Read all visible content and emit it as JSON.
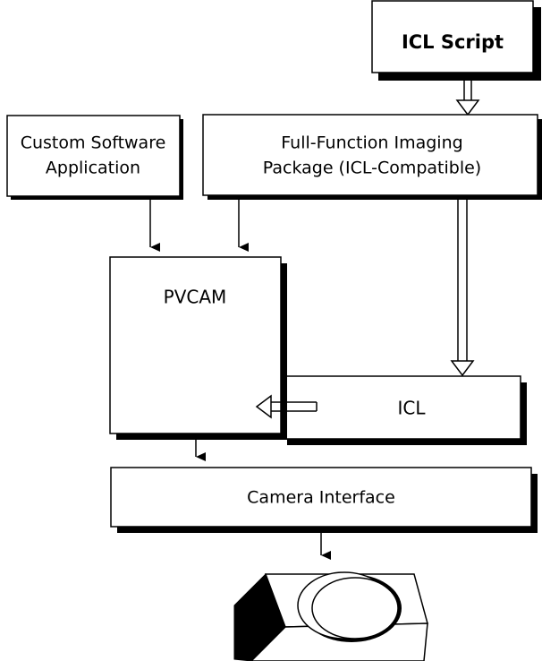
{
  "diagram": {
    "boxes": {
      "icl_script": {
        "label": "ICL Script"
      },
      "custom_software": {
        "label_line1": "Custom Software",
        "label_line2": "Application"
      },
      "imaging_package": {
        "label_line1": "Full-Function Imaging",
        "label_line2": "Package (ICL-Compatible)"
      },
      "pvcam": {
        "label": "PVCAM"
      },
      "icl": {
        "label": "ICL"
      },
      "camera_interface": {
        "label": "Camera Interface"
      }
    },
    "icons": {
      "camera": "camera-icon"
    },
    "colors": {
      "line": "#000000",
      "fill": "#ffffff",
      "shadow": "#000000"
    }
  }
}
